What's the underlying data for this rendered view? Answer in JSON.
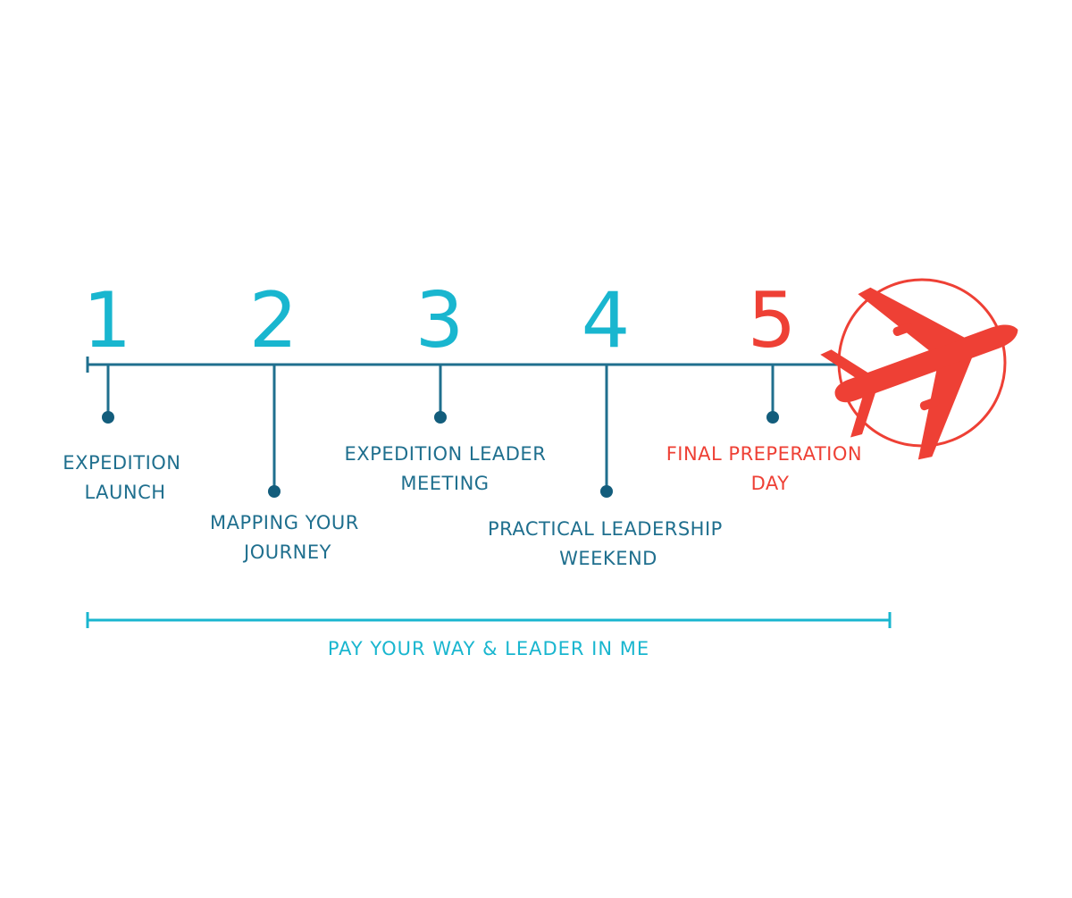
{
  "colors": {
    "teal": "#19b6cf",
    "navy": "#1f6f8e",
    "dot": "#135d7c",
    "red": "#ee4035"
  },
  "stages": [
    {
      "number": "1",
      "label_lines": [
        "EXPEDITION",
        "LAUNCH"
      ]
    },
    {
      "number": "2",
      "label_lines": [
        "MAPPING YOUR",
        "JOURNEY"
      ]
    },
    {
      "number": "3",
      "label_lines": [
        "EXPEDITION LEADER",
        "MEETING"
      ]
    },
    {
      "number": "4",
      "label_lines": [
        "PRACTICAL LEADERSHIP",
        "WEEKEND"
      ]
    },
    {
      "number": "5",
      "label_lines": [
        "FINAL PREPERATION",
        "DAY"
      ]
    }
  ],
  "destination_icon": "airplane-icon",
  "footer": {
    "label": "PAY YOUR WAY & LEADER IN ME"
  }
}
